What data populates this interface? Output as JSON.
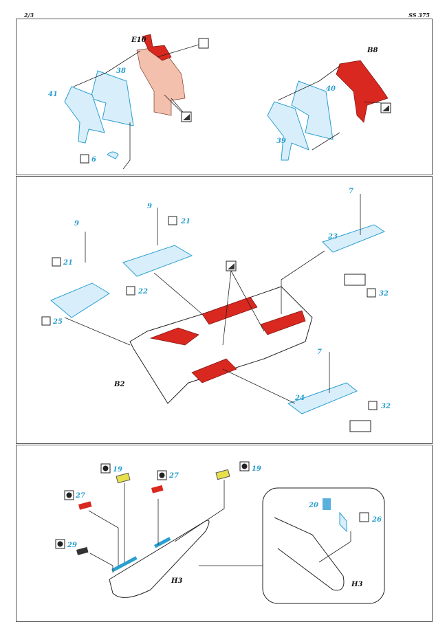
{
  "header": {
    "page": "2/3",
    "code": "SS 375"
  },
  "panel1": {
    "parts_left": {
      "ref": "E10",
      "p41": "41",
      "p38": "38",
      "p6": "6"
    },
    "parts_right": {
      "ref": "B8",
      "p40": "40",
      "p39": "39"
    }
  },
  "panel2": {
    "ref": "B2",
    "p9a": "9",
    "p21a": "21",
    "p25": "25",
    "p9b": "9",
    "p21b": "21",
    "p22": "22",
    "p7a": "7",
    "p23": "23",
    "p32a": "32",
    "p7b": "7",
    "p24": "24",
    "p32b": "32"
  },
  "panel3": {
    "ref_main": "H3",
    "ref_detail": "H3",
    "p19a": "19",
    "p27a": "27",
    "p27b": "27",
    "p19b": "19",
    "p29": "29",
    "p20": "20",
    "p26": "26"
  },
  "colors": {
    "etch_blue": "#2a9fd0",
    "paint_red": "#d8281f",
    "decal_yellow": "#e8e04a"
  }
}
